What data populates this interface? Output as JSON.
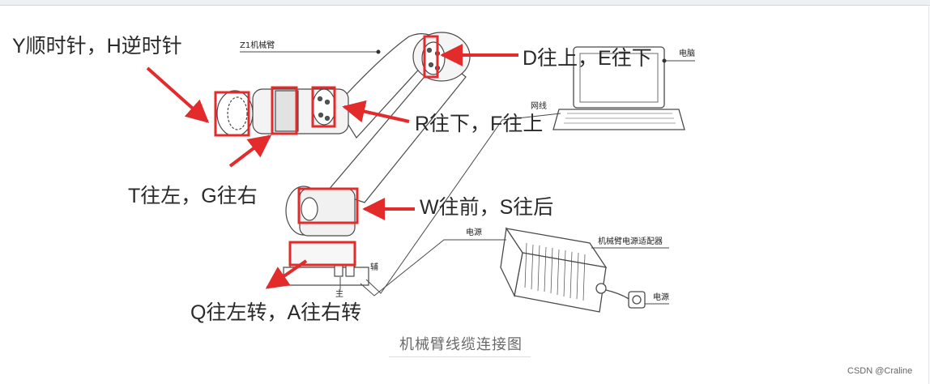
{
  "labels": {
    "y_h": "Y顺时针，H逆时针",
    "d_e": "D往上，E往下",
    "r_f": "R往下，F往上",
    "t_g": "T往左，G往右",
    "w_s": "W往前，S往后",
    "q_a": "Q往左转，A往右转"
  },
  "parts": {
    "arm": "Z1机械臂",
    "computer": "电脑",
    "network": "网线",
    "power_line": "电源",
    "adapter": "机械臂电源适配器",
    "power_outlet": "电源",
    "aux": "辅",
    "main": "主"
  },
  "caption": "机械臂线缆连接图",
  "watermark": "CSDN @Craline",
  "colors": {
    "highlight": "#e32b2b",
    "outline": "#4a4a4a",
    "text": "#2a2a2a"
  }
}
